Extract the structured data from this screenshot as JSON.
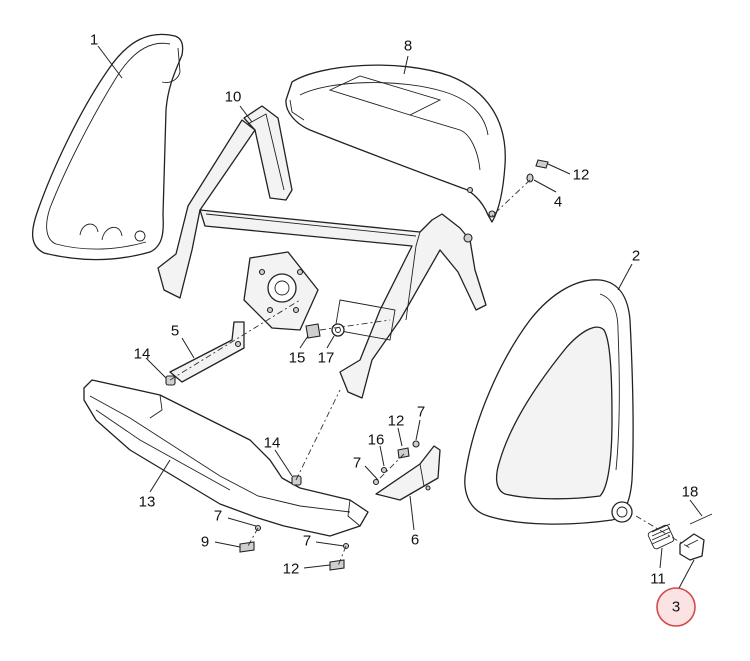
{
  "diagram": {
    "highlight_color": "#d24a4a",
    "callouts": [
      {
        "id": "c1",
        "label": "1"
      },
      {
        "id": "c8",
        "label": "8"
      },
      {
        "id": "c10",
        "label": "10"
      },
      {
        "id": "c12a",
        "label": "12"
      },
      {
        "id": "c4",
        "label": "4"
      },
      {
        "id": "c2",
        "label": "2"
      },
      {
        "id": "c5",
        "label": "5"
      },
      {
        "id": "c14a",
        "label": "14"
      },
      {
        "id": "c15",
        "label": "15"
      },
      {
        "id": "c17",
        "label": "17"
      },
      {
        "id": "c13",
        "label": "13"
      },
      {
        "id": "c14b",
        "label": "14"
      },
      {
        "id": "c12b",
        "label": "12"
      },
      {
        "id": "c7a",
        "label": "7"
      },
      {
        "id": "c16",
        "label": "16"
      },
      {
        "id": "c7b",
        "label": "7"
      },
      {
        "id": "c7c",
        "label": "7"
      },
      {
        "id": "c9",
        "label": "9"
      },
      {
        "id": "c7d",
        "label": "7"
      },
      {
        "id": "c12c",
        "label": "12"
      },
      {
        "id": "c6",
        "label": "6"
      },
      {
        "id": "c18",
        "label": "18"
      },
      {
        "id": "c11",
        "label": "11"
      },
      {
        "id": "c3",
        "label": "3",
        "highlighted": true
      }
    ]
  }
}
